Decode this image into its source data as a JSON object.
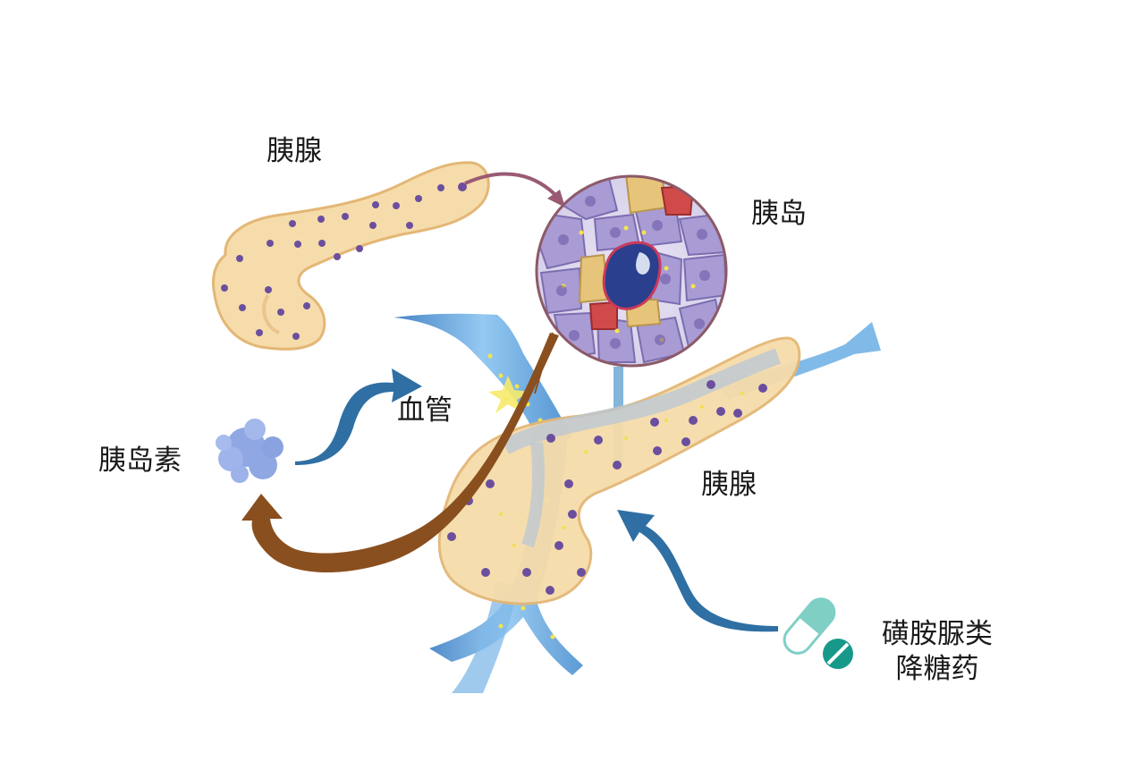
{
  "labels": {
    "pancreas_top": "胰腺",
    "islet": "胰岛",
    "blood_vessel": "血管",
    "insulin": "胰岛素",
    "pancreas_main": "胰腺",
    "drug_line1": "磺胺脲类",
    "drug_line2": "降糖药"
  },
  "icons": {
    "insulin": "insulin-molecule-icon",
    "drug": "pill-capsule-icon"
  },
  "colors": {
    "pancreas_fill": "#f6dcaa",
    "pancreas_outline": "#e8bd7c",
    "cell_dots": "#6b4f9e",
    "vessel_blue": "#5aa2dc",
    "islet_cells": "#a99bd3",
    "arrow_blue": "#2f6fa3",
    "arrow_brown": "#8a4f1f",
    "pill_teal": "#17998a",
    "insulin_blob": "#8fa7e3"
  }
}
